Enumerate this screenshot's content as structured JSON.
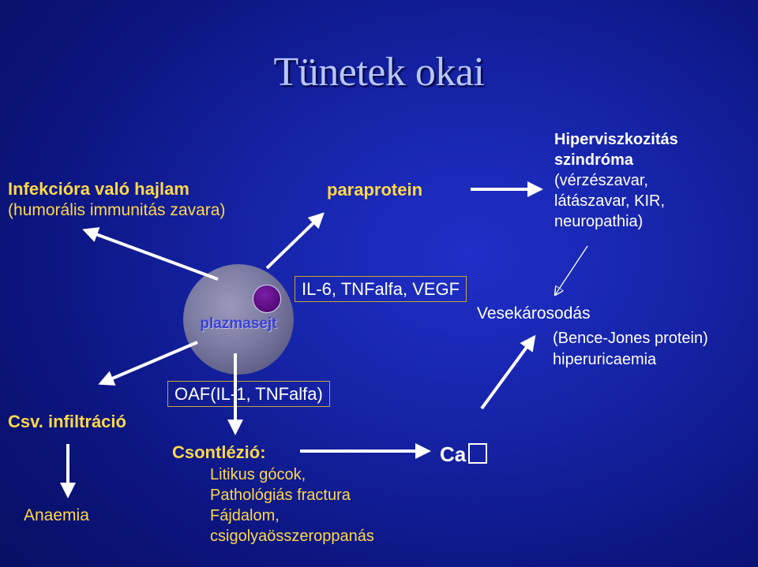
{
  "title": "Tünetek okai",
  "nodes": {
    "infection_line1": "Infekcióra való hajlam",
    "infection_line2": "(humorális immunitás zavara)",
    "paraprotein": "paraprotein",
    "hyperviscosity_line1": "Hiperviszkozitás",
    "hyperviscosity_line2": "szindróma",
    "hyperviscosity_line3": "(vérzészavar,",
    "hyperviscosity_line4": "látászavar, KIR,",
    "hyperviscosity_line5": "neuropathia)",
    "cytokines": "IL-6, TNFalfa, VEGF",
    "plasma_cell": "plazmasejt",
    "kidney_damage": "Vesekárosodás",
    "bence_jones": "(Bence-Jones protein)",
    "hyperuricemia": "hiperuricaemia",
    "oaf": "OAF(IL-1, TNFalfa)",
    "bone_marrow": "Csv. infiltráció",
    "anaemia": "Anaemia",
    "bone_lesion": "Csontlézió:",
    "bone_item1": "Litikus gócok,",
    "bone_item2": "Pathológiás fractura",
    "bone_item3": "Fájdalom,",
    "bone_item4": "csigolyaösszeroppanás",
    "calcium": "Ca"
  },
  "colors": {
    "highlight_text": "#ffd84a",
    "body_text": "#ffffff",
    "title_text": "#b8c6ff",
    "box_border": "#c8a63a"
  }
}
